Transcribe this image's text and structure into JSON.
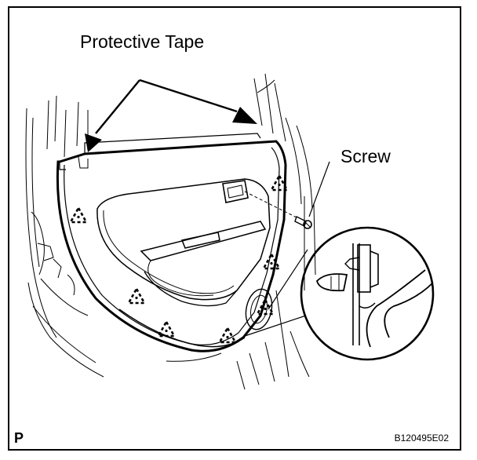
{
  "labels": {
    "protective_tape": "Protective Tape",
    "screw": "Screw",
    "view_marker": "P",
    "figure_code": "B120495E02"
  },
  "colors": {
    "ink": "#000000",
    "paper": "#ffffff"
  },
  "icons": {
    "clip_marker": "dashed-triangle-icon",
    "leader_arrow": "filled-arrowhead-icon"
  }
}
